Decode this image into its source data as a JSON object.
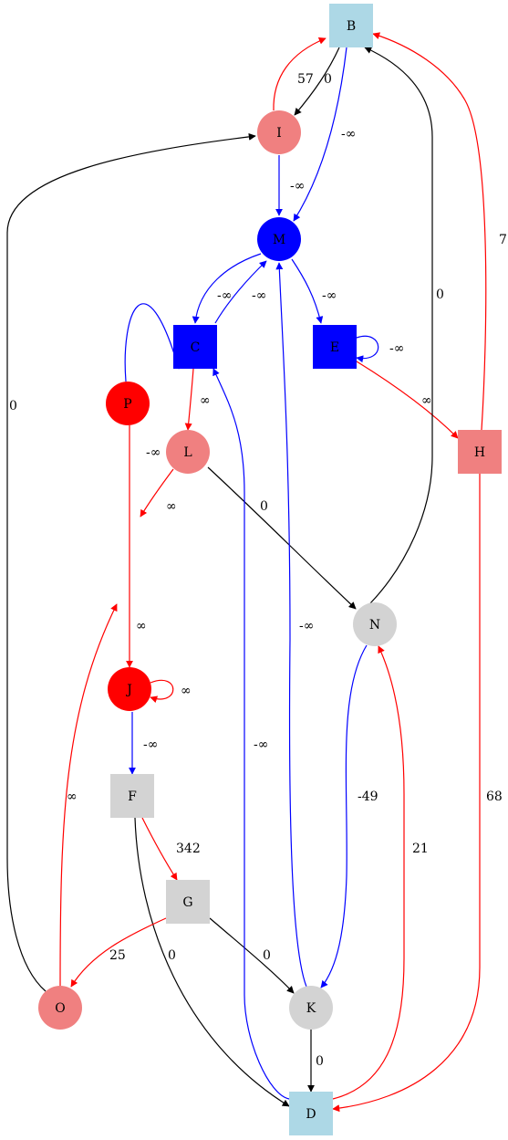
{
  "colors": {
    "black": "#000000",
    "blue": "#0000ff",
    "red": "#ff0000",
    "lightcoral": "#f08080",
    "lightblue": "#add8e6",
    "lightgray": "#d3d3d3"
  },
  "nodes": [
    {
      "id": "B",
      "label": "B",
      "shape": "box",
      "fill": "#add8e6",
      "text": "#000000"
    },
    {
      "id": "I",
      "label": "I",
      "shape": "circle",
      "fill": "#f08080",
      "text": "#000000"
    },
    {
      "id": "M",
      "label": "M",
      "shape": "circle",
      "fill": "#0000ff",
      "text": "#000000"
    },
    {
      "id": "C",
      "label": "C",
      "shape": "box",
      "fill": "#0000ff",
      "text": "#000000"
    },
    {
      "id": "E",
      "label": "E",
      "shape": "box",
      "fill": "#0000ff",
      "text": "#000000"
    },
    {
      "id": "H",
      "label": "H",
      "shape": "box",
      "fill": "#f08080",
      "text": "#000000"
    },
    {
      "id": "L",
      "label": "L",
      "shape": "circle",
      "fill": "#f08080",
      "text": "#000000"
    },
    {
      "id": "P",
      "label": "P",
      "shape": "circle",
      "fill": "#ff0000",
      "text": "#000000"
    },
    {
      "id": "N",
      "label": "N",
      "shape": "circle",
      "fill": "#d3d3d3",
      "text": "#000000"
    },
    {
      "id": "J",
      "label": "J",
      "shape": "circle",
      "fill": "#ff0000",
      "text": "#000000"
    },
    {
      "id": "F",
      "label": "F",
      "shape": "box",
      "fill": "#d3d3d3",
      "text": "#000000"
    },
    {
      "id": "G",
      "label": "G",
      "shape": "box",
      "fill": "#d3d3d3",
      "text": "#000000"
    },
    {
      "id": "O",
      "label": "O",
      "shape": "circle",
      "fill": "#f08080",
      "text": "#000000"
    },
    {
      "id": "K",
      "label": "K",
      "shape": "circle",
      "fill": "#d3d3d3",
      "text": "#000000"
    },
    {
      "id": "D",
      "label": "D",
      "shape": "box",
      "fill": "#add8e6",
      "text": "#000000"
    }
  ],
  "edges": [
    {
      "id": "I-B",
      "from": "I",
      "to": "B",
      "label": "57",
      "color": "#ff0000"
    },
    {
      "id": "B-I",
      "from": "B",
      "to": "I",
      "label": "0",
      "color": "#000000"
    },
    {
      "id": "B-M",
      "from": "B",
      "to": "M",
      "label": "-∞",
      "color": "#0000ff"
    },
    {
      "id": "I-M",
      "from": "I",
      "to": "M",
      "label": "-∞",
      "color": "#0000ff"
    },
    {
      "id": "O-I",
      "from": "O",
      "to": "I",
      "label": "0",
      "color": "#000000"
    },
    {
      "id": "M-C",
      "from": "M",
      "to": "C",
      "label": "-∞",
      "color": "#0000ff"
    },
    {
      "id": "C-M",
      "from": "C",
      "to": "M",
      "label": "-∞",
      "color": "#0000ff"
    },
    {
      "id": "M-E",
      "from": "M",
      "to": "E",
      "label": "-∞",
      "color": "#0000ff"
    },
    {
      "id": "E-E",
      "from": "E",
      "to": "E",
      "label": "-∞",
      "color": "#0000ff"
    },
    {
      "id": "E-H",
      "from": "E",
      "to": "H",
      "label": "∞",
      "color": "#ff0000"
    },
    {
      "id": "H-B",
      "from": "H",
      "to": "B",
      "label": "7",
      "color": "#ff0000"
    },
    {
      "id": "N-B",
      "from": "N",
      "to": "B",
      "label": "0",
      "color": "#000000"
    },
    {
      "id": "C-L",
      "from": "C",
      "to": "L",
      "label": "∞",
      "color": "#ff0000"
    },
    {
      "id": "P-C",
      "from": "P",
      "to": "C",
      "label": "-∞",
      "color": "#0000ff"
    },
    {
      "id": "L-P",
      "from": "L",
      "to": "P",
      "label": "∞",
      "color": "#ff0000"
    },
    {
      "id": "L-N",
      "from": "L",
      "to": "N",
      "label": "0",
      "color": "#000000"
    },
    {
      "id": "P-J",
      "from": "P",
      "to": "J",
      "label": "∞",
      "color": "#ff0000"
    },
    {
      "id": "J-J",
      "from": "J",
      "to": "J",
      "label": "∞",
      "color": "#ff0000"
    },
    {
      "id": "J-F",
      "from": "J",
      "to": "F",
      "label": "-∞",
      "color": "#0000ff"
    },
    {
      "id": "F-G",
      "from": "F",
      "to": "G",
      "label": "342",
      "color": "#ff0000"
    },
    {
      "id": "F-D",
      "from": "F",
      "to": "D",
      "label": "0",
      "color": "#000000"
    },
    {
      "id": "G-O",
      "from": "G",
      "to": "O",
      "label": "25",
      "color": "#ff0000"
    },
    {
      "id": "G-K",
      "from": "G",
      "to": "K",
      "label": "0",
      "color": "#000000"
    },
    {
      "id": "O-P",
      "from": "O",
      "to": "P",
      "label": "∞",
      "color": "#ff0000"
    },
    {
      "id": "N-K",
      "from": "N",
      "to": "K",
      "label": "-49",
      "color": "#0000ff"
    },
    {
      "id": "K-M",
      "from": "K",
      "to": "M",
      "label": "-∞",
      "color": "#0000ff"
    },
    {
      "id": "K-D",
      "from": "K",
      "to": "D",
      "label": "0",
      "color": "#000000"
    },
    {
      "id": "D-C",
      "from": "D",
      "to": "C",
      "label": "-∞",
      "color": "#0000ff"
    },
    {
      "id": "D-N",
      "from": "D",
      "to": "N",
      "label": "21",
      "color": "#ff0000"
    },
    {
      "id": "H-D",
      "from": "H",
      "to": "D",
      "label": "68",
      "color": "#ff0000"
    }
  ]
}
